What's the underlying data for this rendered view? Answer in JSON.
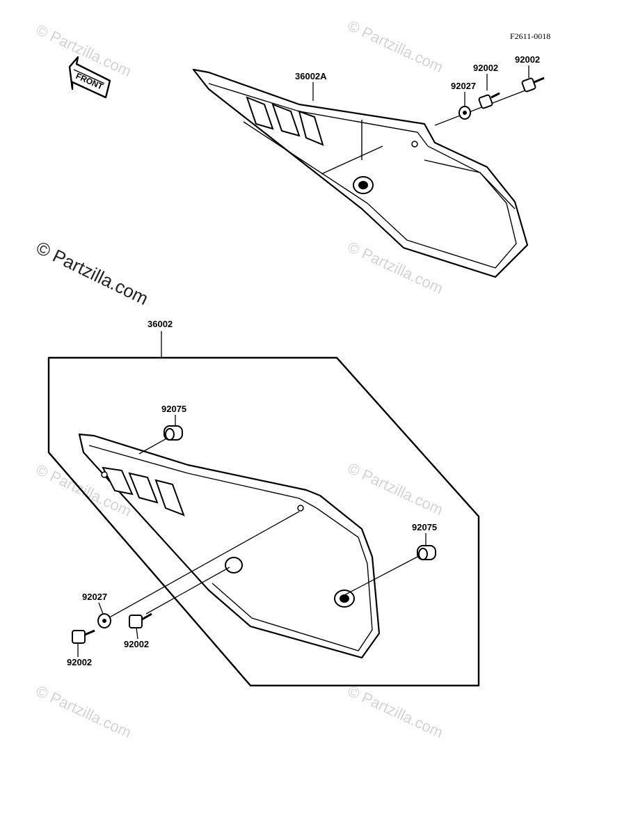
{
  "diagram": {
    "code": "F2611-0018",
    "front_arrow_label": "FRONT",
    "watermark_text": "© Partzilla.com",
    "watermark_main": "© Partzilla.com",
    "callouts": {
      "upper_cover": "36002A",
      "upper_bolt_1": "92002",
      "upper_bolt_2": "92002",
      "upper_washer": "92027",
      "kit": "36002",
      "grommet_top": "92075",
      "grommet_right": "92075",
      "lower_washer": "92027",
      "lower_bolt_left": "92002",
      "lower_bolt_mid": "92002"
    }
  }
}
